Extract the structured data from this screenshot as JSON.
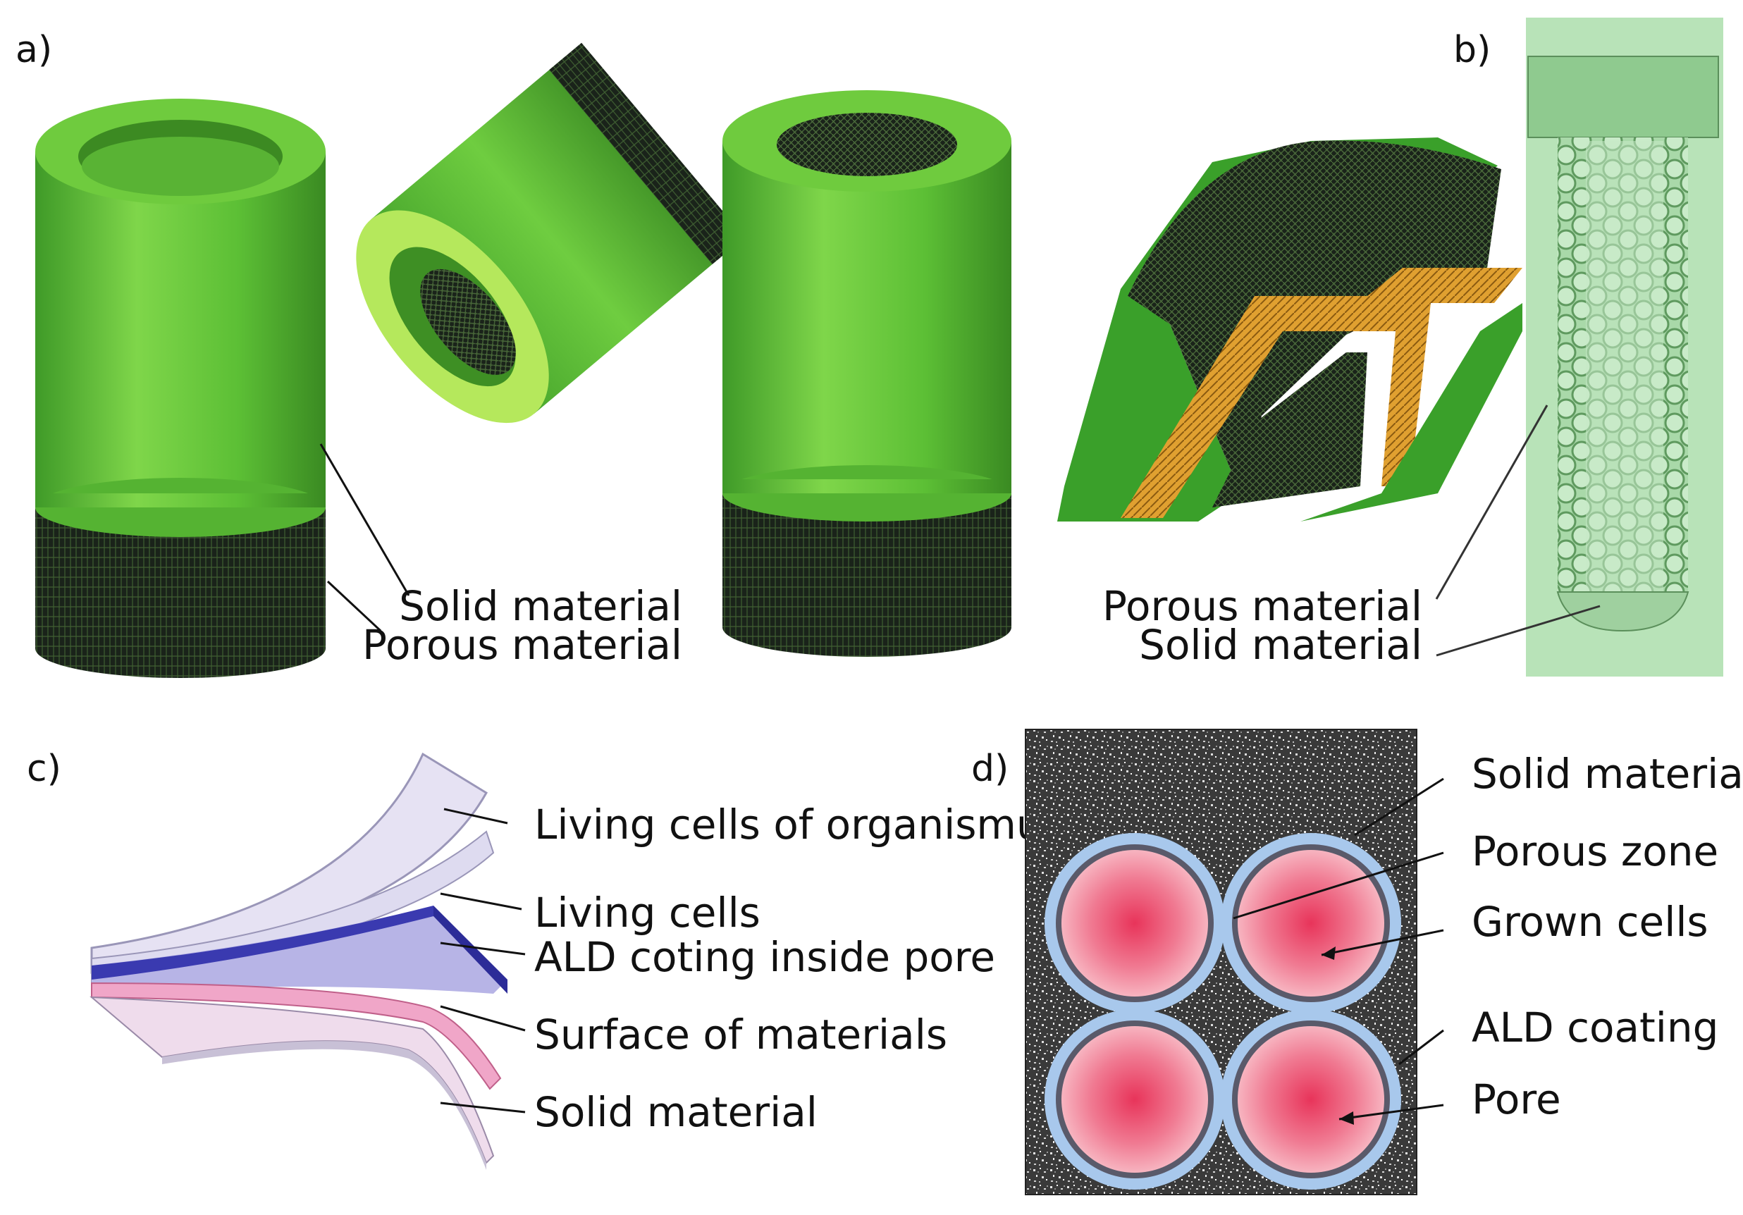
{
  "panels": {
    "a": {
      "letter": "a)",
      "labels": {
        "solid": "Solid material",
        "porous": "Porous material"
      }
    },
    "b": {
      "letter": "b)",
      "labels": {
        "porous": "Porous material",
        "solid": "Solid material"
      }
    },
    "c": {
      "letter": "c)",
      "labels": {
        "organism_cells": "Living cells of organismus",
        "living_cells": "Living cells",
        "ald_coating": "ALD coting inside pore",
        "surface": "Surface of materials",
        "solid": "Solid material"
      }
    },
    "d": {
      "letter": "d)",
      "labels": {
        "solid": "Solid material",
        "porous_zone": "Porous zone",
        "grown_cells": "Grown cells",
        "ald_coating": "ALD coating",
        "pore": "Pore"
      }
    }
  },
  "colors": {
    "green": "#5fc43a",
    "green_dark": "#3f8f24",
    "green_light": "#b7e86a",
    "mesh": "#1d2a1d",
    "orange": "#e0a030",
    "transparent_green": "#b8e3b8",
    "lavender": "#d9d2ee",
    "blue": "#6b6bd0",
    "pink": "#f0a6c8",
    "cell_red": "#e84a6a",
    "ring_blue": "#a8c8ec"
  }
}
